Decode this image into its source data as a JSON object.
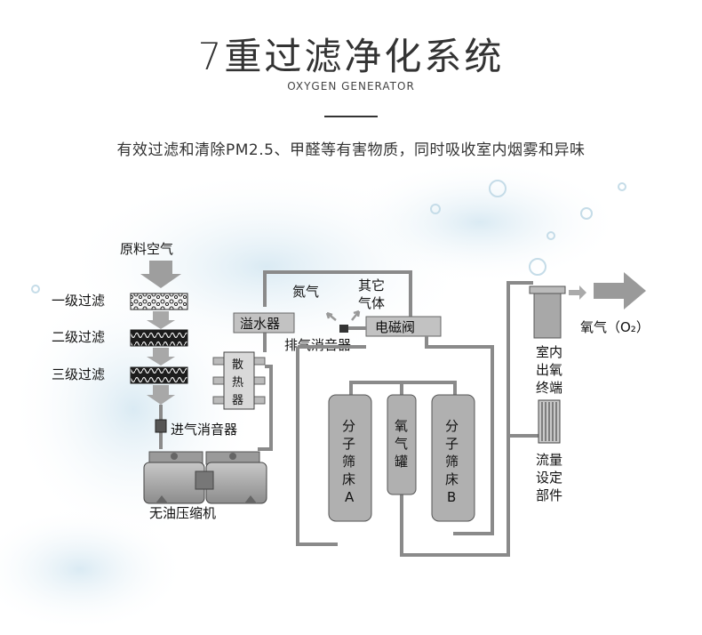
{
  "header": {
    "title": "7重过滤净化系统",
    "subtitle": "OXYGEN GENERATOR",
    "description": "有效过滤和清除PM2.5、甲醛等有害物质，同时吸收室内烟雾和异味"
  },
  "diagram": {
    "raw_air": "原料空气",
    "filter1": "一级过滤",
    "filter2": "二级过滤",
    "filter3": "三级过滤",
    "intake_muffler": "进气消音器",
    "compressor": "无油压缩机",
    "heat_exchanger": [
      "散",
      "热",
      "器"
    ],
    "overflow": "溢水器",
    "nitrogen": "氮气",
    "other_gas_1": "其它",
    "other_gas_2": "气体",
    "solenoid": "电磁阀",
    "exhaust_muffler": "排气消音器",
    "sieve_a": [
      "分",
      "子",
      "筛",
      "床",
      "A"
    ],
    "oxygen_tank": [
      "氧",
      "气",
      "罐"
    ],
    "sieve_b": [
      "分",
      "子",
      "筛",
      "床",
      "B"
    ],
    "outlet": [
      "室内",
      "出氧",
      "终端"
    ],
    "flow_setting": [
      "流量",
      "设定",
      "部件"
    ],
    "oxygen_out": "氧气（O₂）"
  },
  "colors": {
    "pipe": "#8a8a8a",
    "component": "#b5b5b5",
    "arrow": "#9a9a9a",
    "splash": "#cfe3ee"
  }
}
